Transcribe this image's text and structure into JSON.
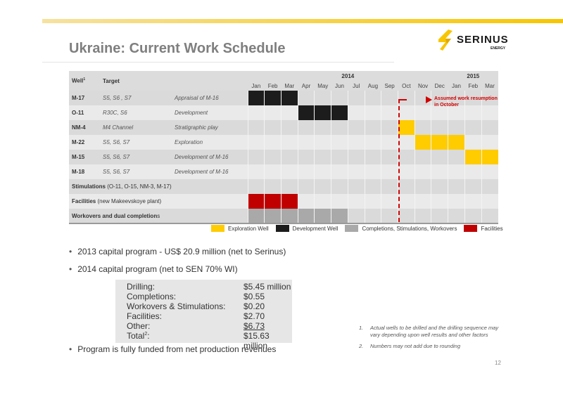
{
  "title": "Ukraine: Current Work Schedule",
  "logo": {
    "name": "SERINUS",
    "sub": "ENERGY",
    "color": "#f7c600"
  },
  "table": {
    "well_header": "Well",
    "well_sup": "1",
    "target_header": "Target",
    "year_2014": "2014",
    "year_2015": "2015",
    "months": [
      "Jan",
      "Feb",
      "Mar",
      "Apr",
      "May",
      "Jun",
      "Jul",
      "Aug",
      "Sep",
      "Oct",
      "Nov",
      "Dec",
      "Jan",
      "Feb",
      "Mar"
    ],
    "rows": [
      {
        "well": "M-17",
        "target": "S5, S6 , S7",
        "activity": "Appraisal of M-16",
        "bar": {
          "start": 0,
          "len": 3,
          "color": "black"
        }
      },
      {
        "well": "O-11",
        "target": "R30C, S6",
        "activity": "Development",
        "bar": {
          "start": 3,
          "len": 3,
          "color": "black"
        }
      },
      {
        "well": "NM-4",
        "target": "M4 Channel",
        "activity": "Stratigraphic play",
        "bar": {
          "start": 9,
          "len": 1,
          "color": "yellow"
        }
      },
      {
        "well": "M-22",
        "target": "S5, S6, S7",
        "activity": "Exploration",
        "bar": {
          "start": 10,
          "len": 3,
          "color": "yellow"
        }
      },
      {
        "well": "M-15",
        "target": "S5, S6, S7",
        "activity": "Development  of M-16",
        "bar": {
          "start": 13,
          "len": 2,
          "color": "yellow"
        }
      },
      {
        "well": "M-18",
        "target": "S5, S6, S7",
        "activity": "Development  of M-16",
        "bar": null
      }
    ],
    "stimulations": {
      "bold": "Stimulations",
      "rest": " (O-11, O-15, NM-3, M-17)"
    },
    "facilities": {
      "bold": "Facilities",
      "rest": "   (new Makeevskoye plant)"
    },
    "workovers": {
      "bold": "Workovers and dual completion",
      "rest": "s"
    }
  },
  "resumption_note": "Assumed work resumption in October",
  "legend": [
    {
      "label": "Exploration Well",
      "color": "#ffcc00"
    },
    {
      "label": "Development Well",
      "color": "#1c1c1c"
    },
    {
      "label": "Completions, Stimulations, Workovers",
      "color": "#a9a9a9"
    },
    {
      "label": "Facilities",
      "color": "#c00000"
    }
  ],
  "bullets": [
    "2013 capital program - US$ 20.9 million (net to Serinus)",
    "2014 capital program (net to SEN 70% WI)",
    "Program is fully funded from net production revenues"
  ],
  "capital": {
    "rows": [
      {
        "label": "Drilling:",
        "value": "$5.45 million"
      },
      {
        "label": "Completions:",
        "value": "$0.55"
      },
      {
        "label": "Workovers & Stimulations:",
        "value": "$0.20"
      },
      {
        "label": "Facilities:",
        "value": "$2.70"
      },
      {
        "label": "Other:",
        "value": "$6.73"
      }
    ],
    "total_label": "Total",
    "total_sup": "2",
    "total_colon": ":",
    "total_value": "$15.63 million"
  },
  "notes": [
    {
      "n": "1.",
      "text": "Actual wells to be drilled and the drilling sequence may vary depending upon well results and other factors"
    },
    {
      "n": "2.",
      "text": "Numbers may not add due to rounding"
    }
  ],
  "page_number": "12"
}
